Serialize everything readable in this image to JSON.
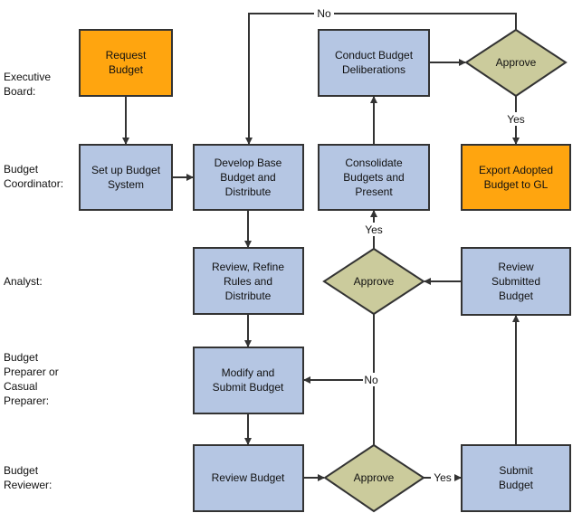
{
  "colors": {
    "orange": "#FFA50F",
    "blue": "#B5C6E3",
    "decision": "#CBCB9C",
    "line": "#333333"
  },
  "lanes": [
    {
      "lines": [
        "Executive",
        "Board:"
      ]
    },
    {
      "lines": [
        "Budget",
        "Coordinator:"
      ]
    },
    {
      "lines": [
        "Analyst:"
      ]
    },
    {
      "lines": [
        "Budget",
        "Preparer or",
        "Casual",
        "Preparer:"
      ]
    },
    {
      "lines": [
        "Budget",
        "Reviewer:"
      ]
    }
  ],
  "nodes": {
    "request_budget": [
      "Request",
      "Budget"
    ],
    "setup_system": [
      "Set up Budget",
      "System"
    ],
    "develop_base": [
      "Develop Base",
      "Budget and",
      "Distribute"
    ],
    "conduct_deliberations": [
      "Conduct Budget",
      "Deliberations"
    ],
    "consolidate": [
      "Consolidate",
      "Budgets and",
      "Present"
    ],
    "export_gl": [
      "Export Adopted",
      "Budget to GL"
    ],
    "review_refine": [
      "Review, Refine",
      "Rules and",
      "Distribute"
    ],
    "review_submitted": [
      "Review",
      "Submitted",
      "Budget"
    ],
    "modify_submit": [
      "Modify and",
      "Submit Budget"
    ],
    "review_budget": [
      "Review Budget"
    ],
    "submit_budget": [
      "Submit",
      "Budget"
    ],
    "approve_board": "Approve",
    "approve_analyst": "Approve",
    "approve_reviewer": "Approve"
  },
  "edge_labels": {
    "board_no": "No",
    "board_yes": "Yes",
    "analyst_yes": "Yes",
    "reviewer_no": "No",
    "reviewer_yes": "Yes"
  }
}
